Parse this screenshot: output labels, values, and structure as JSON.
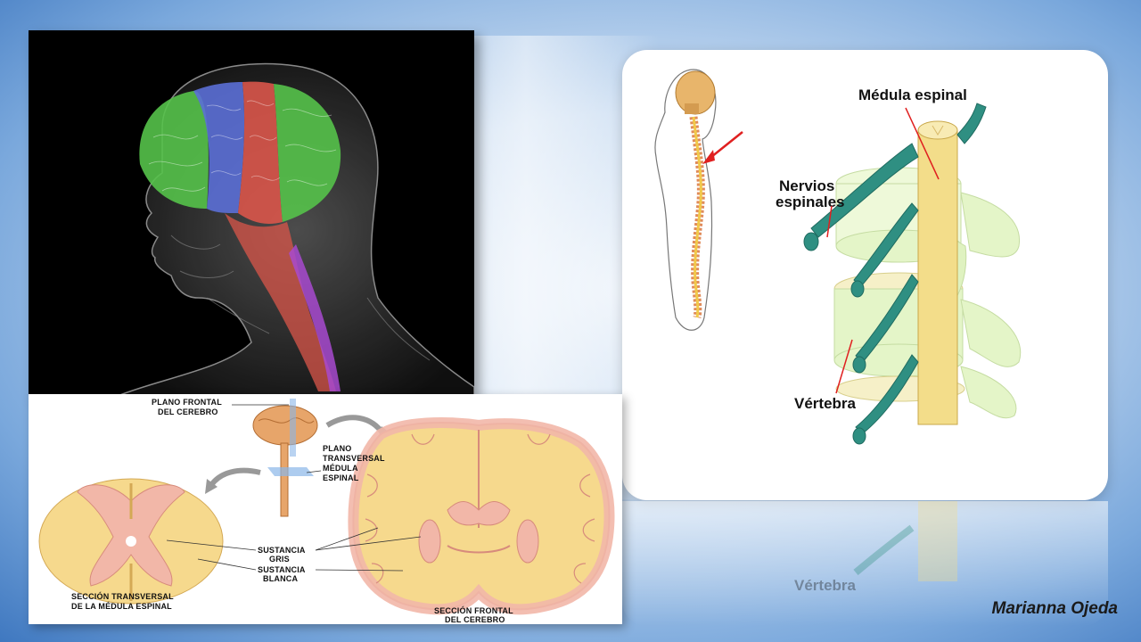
{
  "spine_figure": {
    "label_medula": "Médula espinal",
    "label_nervios_1": "Nervios",
    "label_nervios_2": "espinales",
    "label_vertebra": "Vértebra",
    "reflection_text": "Vértebra"
  },
  "sections_figure": {
    "plano_frontal_1": "PLANO FRONTAL",
    "plano_frontal_2": "DEL CEREBRO",
    "plano_transversal_1": "PLANO",
    "plano_transversal_2": "TRANSVERSAL",
    "plano_transversal_3": "MÉDULA",
    "plano_transversal_4": "ESPINAL",
    "sustancia_gris_1": "SUSTANCIA",
    "sustancia_gris_2": "GRIS",
    "sustancia_blanca_1": "SUSTANCIA",
    "sustancia_blanca_2": "BLANCA",
    "seccion_transversal_1": "SECCIÓN TRANSVERSAL",
    "seccion_transversal_2": "DE LA MÉDULA ESPINAL",
    "seccion_frontal_1": "SECCIÓN FRONTAL",
    "seccion_frontal_2": "DEL CEREBRO"
  },
  "author": "Marianna Ojeda",
  "colors": {
    "brain_green": "#55c24a",
    "brain_blue": "#5b6fd6",
    "brain_red": "#d9554a",
    "nerve_teal": "#2f8f82",
    "vertebra_green": "#e4f5c8",
    "cord_yellow": "#f3dd8a"
  }
}
